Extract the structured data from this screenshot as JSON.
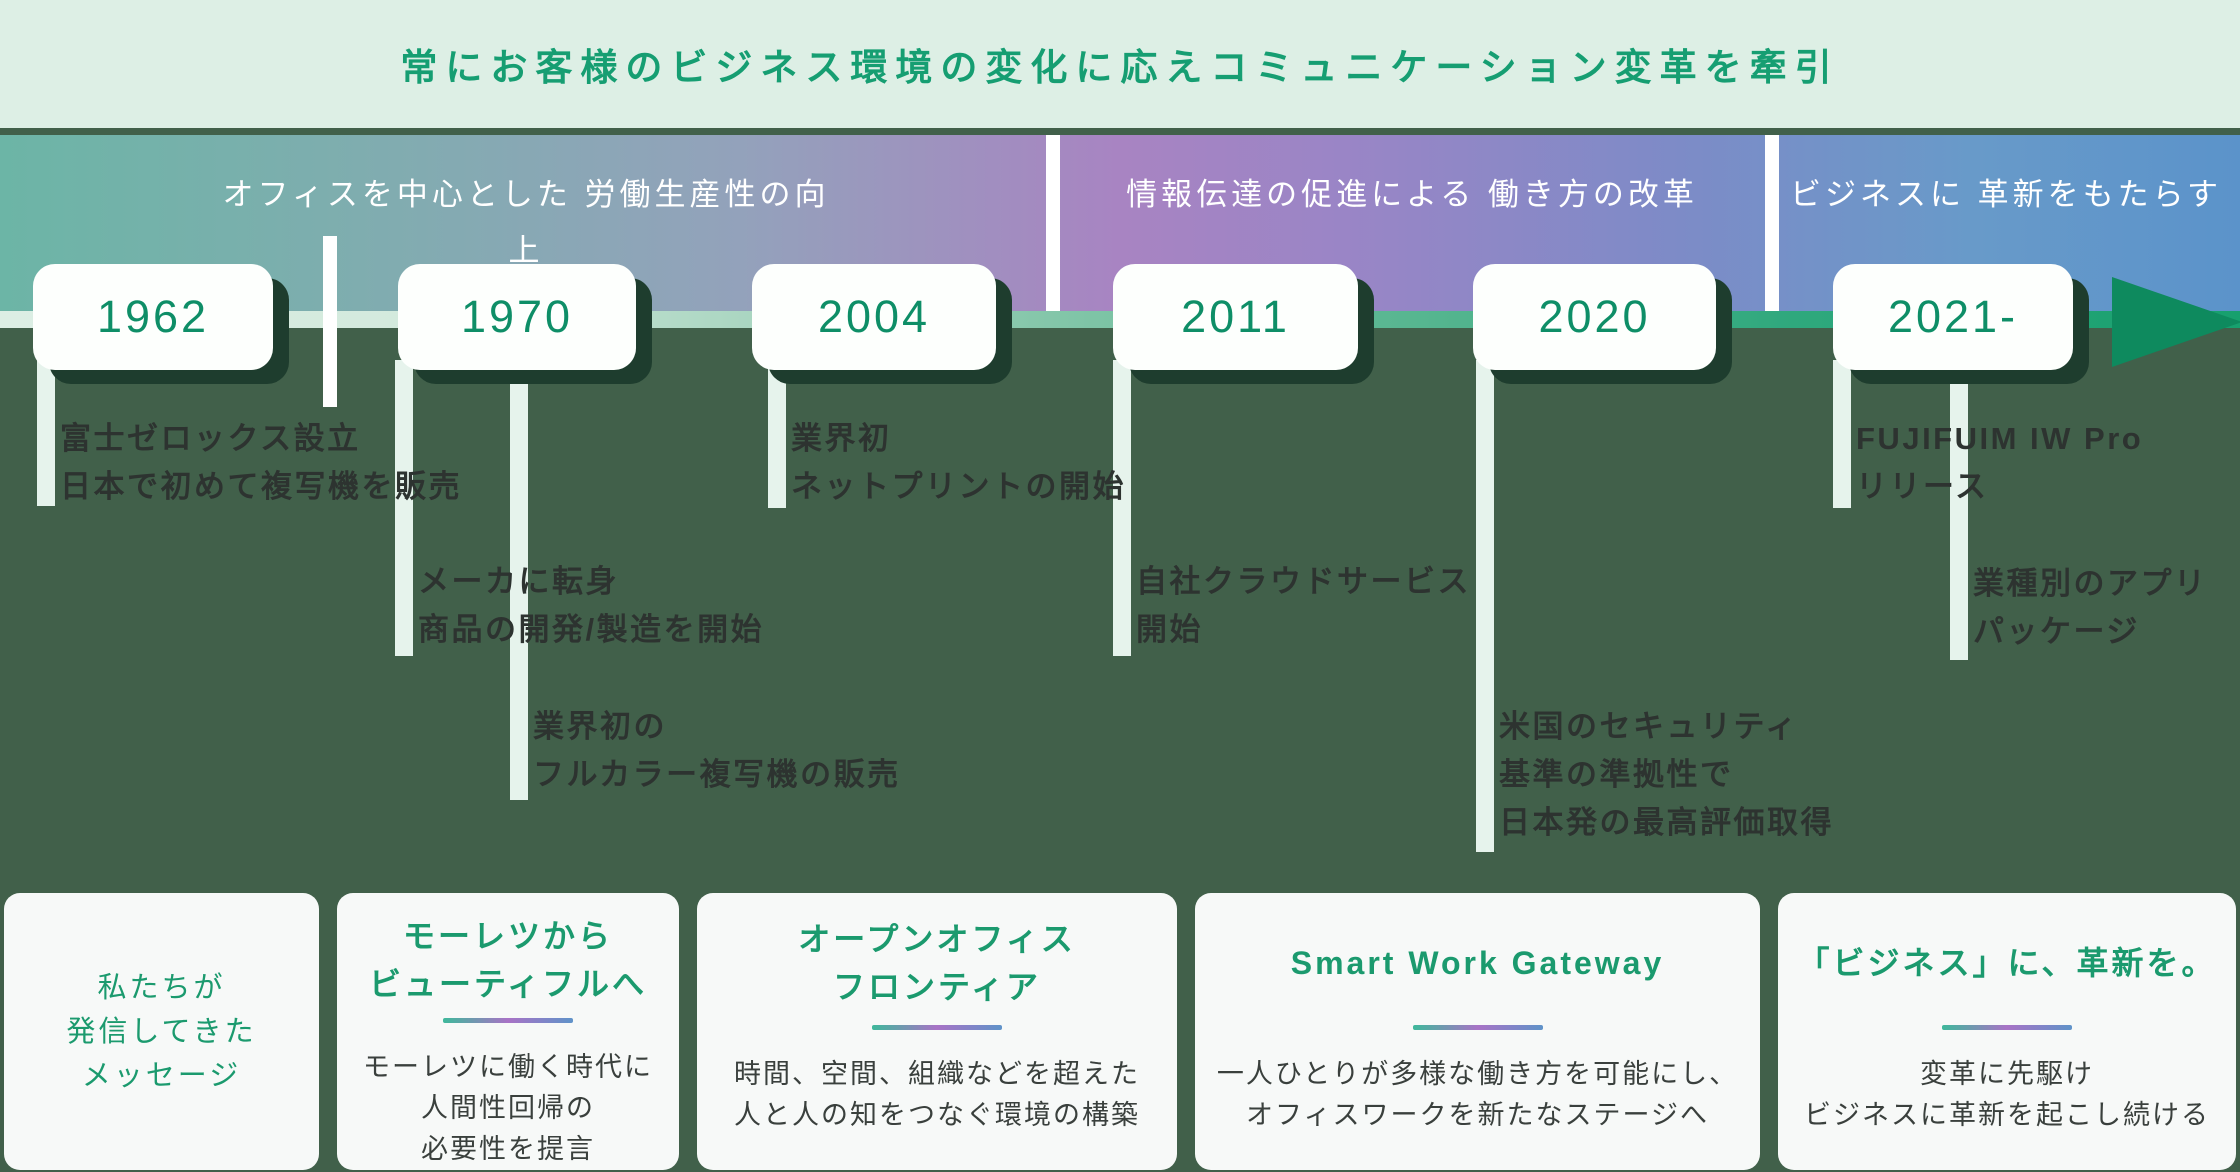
{
  "header": {
    "title": "常にお客様のビジネス環境の変化に応えコミュニケーション変革を牽引"
  },
  "band": {
    "phases": [
      {
        "lines": [
          "オフィスを中心とした",
          "労働生産性の向上"
        ]
      },
      {
        "lines": [
          "情報伝達の促進による",
          "働き方の改革"
        ]
      },
      {
        "lines": [
          "ビジネスに",
          "革新をもたらす"
        ]
      }
    ]
  },
  "timeline": {
    "years": [
      "1962",
      "1970",
      "2004",
      "2011",
      "2020",
      "2021-"
    ],
    "notes": [
      {
        "lines": [
          "富士ゼロックス設立",
          "日本で初めて複写機を販売"
        ]
      },
      {
        "lines": [
          "メーカに転身",
          "商品の開発/製造を開始"
        ]
      },
      {
        "lines": [
          "業界初の",
          "フルカラー複写機の販売"
        ]
      },
      {
        "lines": [
          "業界初",
          "ネットプリントの開始"
        ]
      },
      {
        "lines": [
          "自社クラウドサービス",
          "開始"
        ]
      },
      {
        "lines": [
          "米国のセキュリティ",
          "基準の準拠性で",
          "日本発の最高評価取得"
        ]
      },
      {
        "lines": [
          "FUJIFUIM IW Pro",
          "リリース"
        ]
      },
      {
        "lines": [
          "業種別のアプリ",
          "パッケージ"
        ]
      }
    ]
  },
  "cards": [
    {
      "intro_lines": [
        "私たちが",
        "発信してきた",
        "メッセージ"
      ]
    },
    {
      "title_lines": [
        "モーレツから",
        "ビューティフルへ"
      ],
      "body_lines": [
        "モーレツに働く時代に",
        "人間性回帰の",
        "必要性を提言"
      ]
    },
    {
      "title_lines": [
        "オープンオフィス",
        "フロンティア"
      ],
      "body_lines": [
        "時間、空間、組織などを超えた",
        "人と人の知をつなぐ環境の構築"
      ]
    },
    {
      "title_lines": [
        "Smart Work Gateway"
      ],
      "body_lines": [
        "一人ひとりが多様な働き方を可能にし、",
        "オフィスワークを新たなステージへ"
      ]
    },
    {
      "title_lines": [
        "「ビジネス」に、革新を。"
      ],
      "body_lines": [
        "変革に先駆け",
        "ビジネスに革新を起こし続ける"
      ]
    }
  ],
  "colors": {
    "accent_green": "#169e72",
    "background_green": "#41604a",
    "band_gradient_start": "#6cb5a6",
    "band_gradient_mid": "#a884c2",
    "band_gradient_end": "#5b93ca",
    "strip_start": "#dceee4",
    "strip_end": "#17a06e",
    "arrow_green": "#0e8a5e",
    "year_text": "#0e8e67",
    "note_text": "#2d3330",
    "card_background": "#f7f9f8",
    "card_title_green": "#1b9a6e",
    "card_body_text": "#3a403d"
  }
}
